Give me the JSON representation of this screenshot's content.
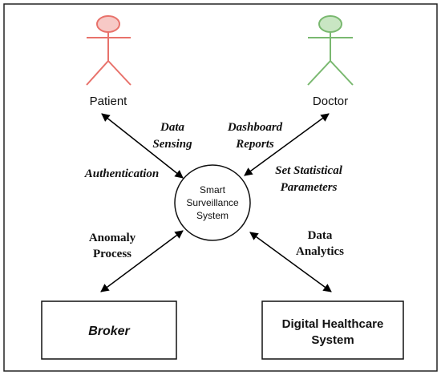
{
  "actors": {
    "patient": {
      "label": "Patient",
      "color": "#e8726b",
      "fill": "#f7c9c6"
    },
    "doctor": {
      "label": "Doctor",
      "color": "#79b86f",
      "fill": "#c9e6c3"
    }
  },
  "center": {
    "line1": "Smart",
    "line2": "Surveillance",
    "line3": "System"
  },
  "boxes": {
    "broker": {
      "label": "Broker"
    },
    "healthcare": {
      "line1": "Digital Healthcare",
      "line2": "System"
    }
  },
  "edges": {
    "patient": {
      "label1": "Data",
      "label2": "Sensing",
      "label3": "Authentication"
    },
    "doctor": {
      "label1": "Dashboard",
      "label2": "Reports",
      "label3": "Set Statistical",
      "label4": "Parameters"
    },
    "broker": {
      "label1": "Anomaly",
      "label2": "Process"
    },
    "healthcare": {
      "label1": "Data",
      "label2": "Analytics"
    }
  }
}
